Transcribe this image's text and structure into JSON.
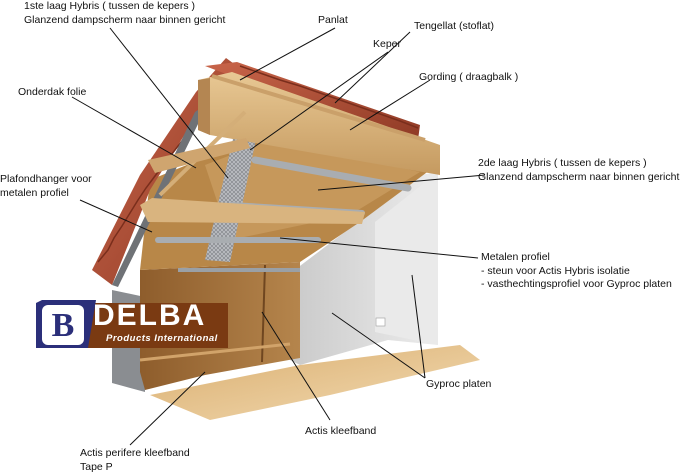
{
  "labels": {
    "hybris_first": [
      "1ste laag Hybris ( tussen de kepers )",
      "Glanzend dampscherm naar binnen gericht"
    ],
    "panlat": "Panlat",
    "tengellat": "Tengellat (stoflat)",
    "keper": "Keper",
    "gording": "Gording ( draagbalk )",
    "onderdak": "Onderdak folie",
    "plafondhanger": [
      "Plafondhanger voor",
      "metalen profiel"
    ],
    "hybris_second": [
      "2de laag Hybris ( tussen de kepers )",
      "Glanzend dampscherm naar binnen gericht"
    ],
    "metalen_profiel": [
      "Metalen profiel",
      "- steun voor Actis Hybris isolatie",
      "- vasthechtingsprofiel voor Gyproc platen"
    ],
    "gyproc": "Gyproc platen",
    "actis_kleefband": "Actis kleefband",
    "actis_perifere": [
      "Actis perifere kleefband",
      "Tape P"
    ]
  },
  "logo": {
    "name": "DELBA",
    "tagline": "Products International",
    "colors": {
      "blue": "#2b2f7a",
      "brown": "#7a3a12"
    }
  },
  "colors": {
    "tile": "#b5533a",
    "timber": "#d8b27e",
    "insulation": "#a4733e",
    "wall": "#dedede",
    "floor": "#e6c28c",
    "metal": "#a9adb1"
  }
}
